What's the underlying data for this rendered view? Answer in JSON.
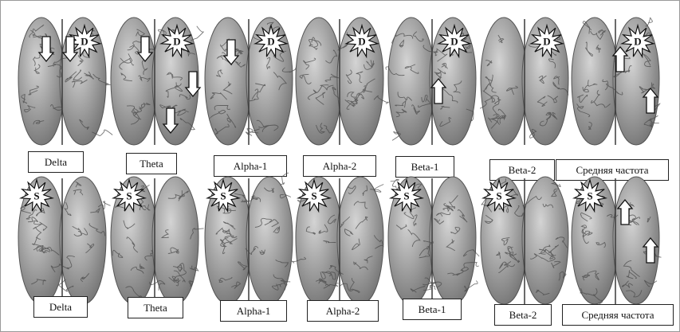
{
  "rows": [
    {
      "marker": "D",
      "panels": [
        {
          "label": "Delta",
          "arrows": [
            {
              "dir": "down"
            },
            {
              "dir": "down"
            }
          ]
        },
        {
          "label": "Theta",
          "arrows": [
            {
              "dir": "down"
            },
            {
              "dir": "down"
            },
            {
              "dir": "down"
            }
          ]
        },
        {
          "label": "Alpha-1",
          "arrows": [
            {
              "dir": "down"
            }
          ]
        },
        {
          "label": "Alpha-2",
          "arrows": []
        },
        {
          "label": "Beta-1",
          "arrows": [
            {
              "dir": "up"
            }
          ]
        },
        {
          "label": "Beta-2",
          "arrows": []
        },
        {
          "label": "Средняя частота",
          "arrows": [
            {
              "dir": "up"
            },
            {
              "dir": "up"
            }
          ]
        }
      ]
    },
    {
      "marker": "S",
      "panels": [
        {
          "label": "Delta",
          "arrows": []
        },
        {
          "label": "Theta",
          "arrows": []
        },
        {
          "label": "Alpha-1",
          "arrows": []
        },
        {
          "label": "Alpha-2",
          "arrows": []
        },
        {
          "label": "Beta-1",
          "arrows": []
        },
        {
          "label": "Beta-2",
          "arrows": []
        },
        {
          "label": "Средняя частота",
          "arrows": [
            {
              "dir": "up"
            },
            {
              "dir": "up"
            }
          ]
        }
      ]
    }
  ],
  "colors": {
    "brain_light": "#d4d4d4",
    "brain_dark": "#6e6e6e",
    "sulci": "#4a4a4a",
    "border": "#222222"
  }
}
